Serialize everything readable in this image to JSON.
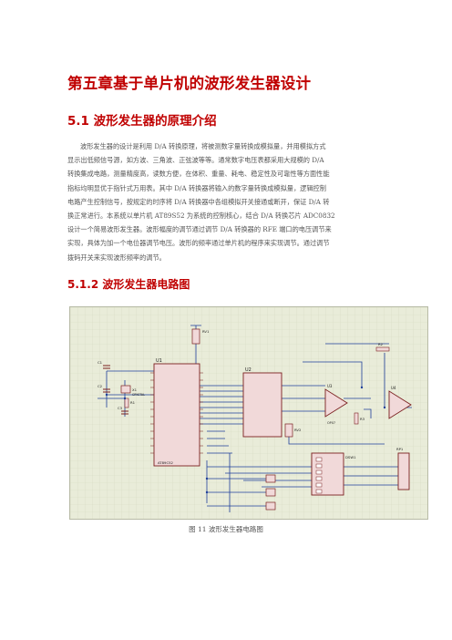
{
  "chapter_title": "第五章基于单片机的波形发生器设计",
  "section_title": "5.1 波形发生器的原理介绍",
  "paragraph_lines": [
    "波形发生器的设计是利用 D/A 转换原理，将被测数字量转换成模拟量，并用模拟方式",
    "显示出低频信号源，如方波、三角波、正弦波等等。通常数字电压表都采用大规模的 D/A",
    "转换集成电路，测量精度高，读数方便，在体积、重量、耗电、稳定性及可靠性等方面性能",
    "指标均明显优于指针式万用表。其中 D/A 转换器将输入的数字量转换成模拟量，逻辑控制",
    "电路产生控制信号，按规定的时序将 D/A 转换器中各组模拟开关接通或断开，保证 D/A 转",
    "换正常进行。本系统以单片机 AT89S52 为系统的控制核心，结合 D/A 转换芯片 ADC0832",
    "设计一个简易波形发生器。波形幅度的调节通过调节 D/A 转换器的 RFE 端口的电压调节来",
    "实现，具体为加一个电位器调节电压。波形的频率通过单片机的程序来实现调节。通过调节",
    "拨码开关来实现波形频率的调节。"
  ],
  "subsection_title": "5.1.2 波形发生器电路图",
  "figure_caption": "图 11  波形发生器电路图",
  "schematic_labels": {
    "u1": "U1",
    "u1_part": "AT89C52",
    "u2": "U2",
    "u3": "U3",
    "u4": "U4",
    "rv1": "RV1",
    "rv2": "RV2",
    "r1": "R1",
    "r2": "R2",
    "r3": "R3",
    "c1": "C1",
    "c2": "C2",
    "c3": "C3",
    "x1": "X1",
    "crystal": "CRYSTAL",
    "dsw": "DSW1",
    "rp1": "RP1",
    "opamp": "OP07"
  },
  "colors": {
    "heading": "#c00000",
    "schematic_bg": "#e9ecd9",
    "grid": "#d6dac2",
    "wire": "#1f3f9a",
    "part": "#7a1f1f",
    "part_fill": "#f1d9d9"
  }
}
